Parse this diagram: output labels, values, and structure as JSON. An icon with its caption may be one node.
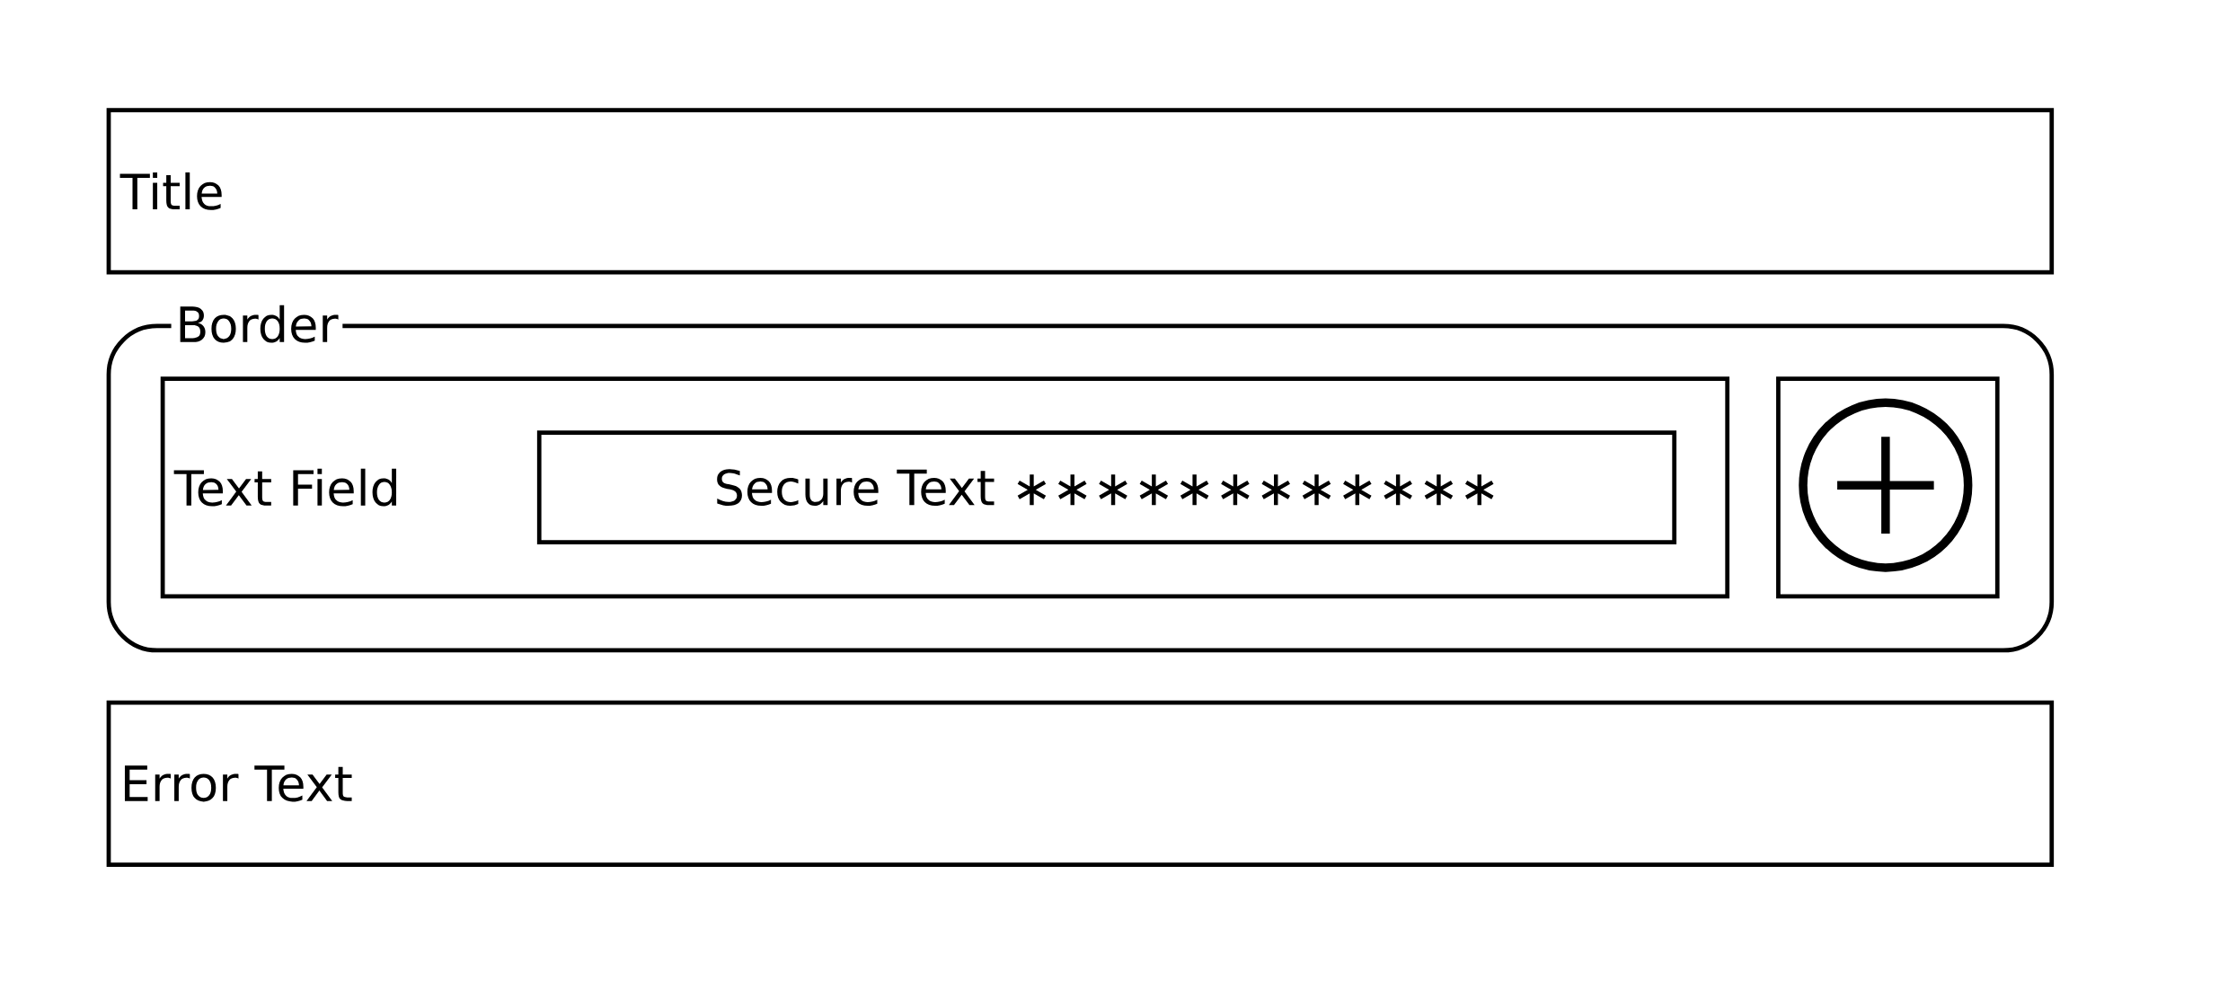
{
  "diagram": {
    "nodes": [
      {
        "text": [
          "Title"
        ]
      },
      {
        "text": [
          "Border"
        ]
      },
      {
        "text": [
          "Text Field"
        ],
        "in": 1
      },
      {
        "text": [
          "Secure Text ∗∗∗∗∗∗∗∗∗∗∗∗"
        ],
        "in": 2
      },
      {
        "text": [],
        "shape": "box",
        "in": 1
      },
      {
        "text": [
          "Error Text"
        ]
      }
    ]
  }
}
